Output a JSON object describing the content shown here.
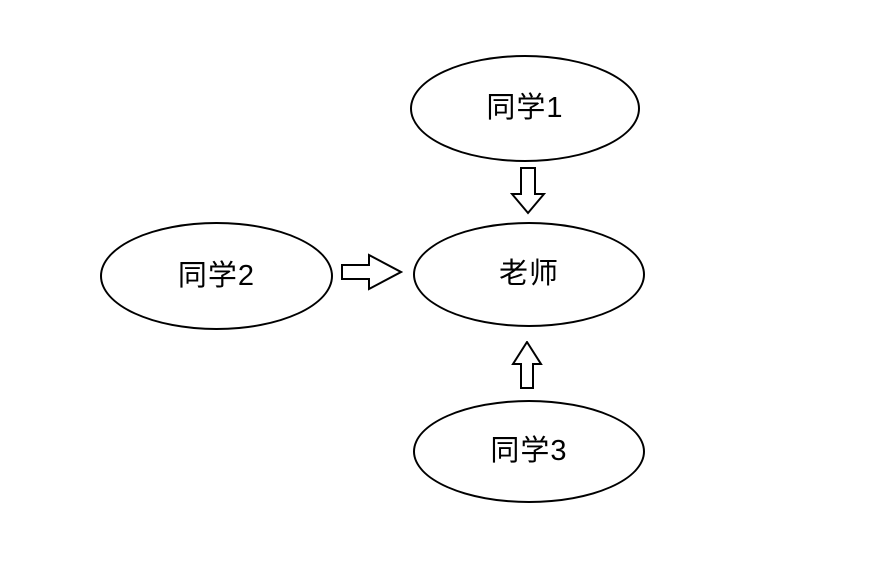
{
  "diagram": {
    "title": "students-to-teacher-flow",
    "background_color": "#ffffff",
    "node_fill_color": "#ffffff",
    "node_stroke_color": "#000000",
    "text_color": "#000000",
    "nodes": [
      {
        "id": "student1",
        "label": "同学1",
        "position": "top"
      },
      {
        "id": "student2",
        "label": "同学2",
        "position": "left"
      },
      {
        "id": "teacher",
        "label": "老师",
        "position": "center"
      },
      {
        "id": "student3",
        "label": "同学3",
        "position": "bottom"
      }
    ],
    "arrows": [
      {
        "from": "student1",
        "to": "teacher",
        "direction": "down"
      },
      {
        "from": "student2",
        "to": "teacher",
        "direction": "right"
      },
      {
        "from": "student3",
        "to": "teacher",
        "direction": "up"
      }
    ]
  }
}
